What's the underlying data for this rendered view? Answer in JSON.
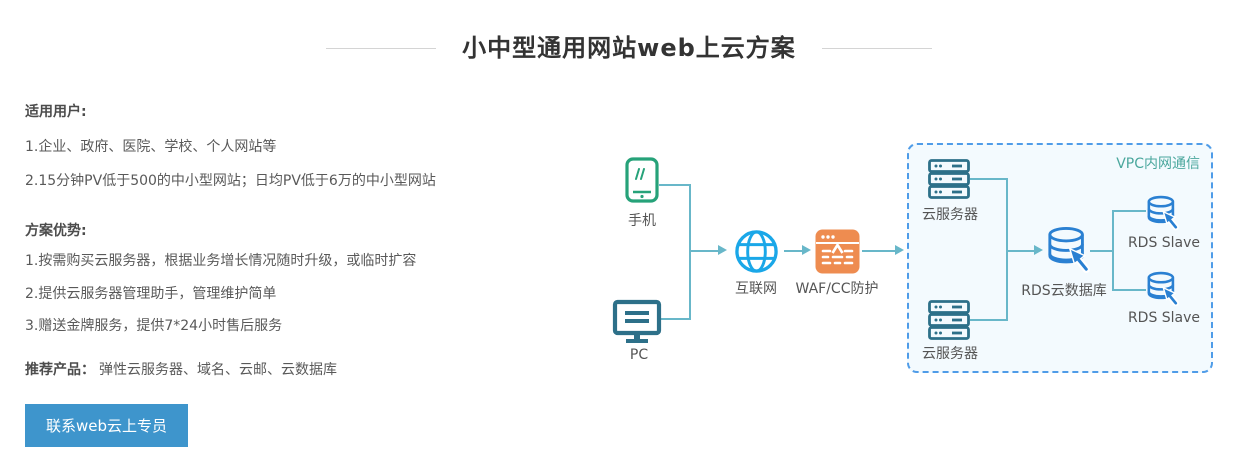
{
  "page": {
    "title": "小中型通用网站web上云方案"
  },
  "sections": {
    "users": {
      "heading": "适用用户:",
      "items": [
        "1.企业、政府、医院、学校、个人网站等",
        "2.15分钟PV低于500的中小型网站；日均PV低于6万的中小型网站"
      ]
    },
    "advantages": {
      "heading": "方案优势:",
      "items": [
        "1.按需购买云服务器，根据业务增长情况随时升级，或临时扩容",
        "2.提供云服务器管理助手，管理维护简单",
        "3.赠送金牌服务，提供7*24小时售后服务"
      ]
    },
    "products": {
      "heading": "推荐产品：",
      "content": "弹性云服务器、域名、云邮、云数据库"
    },
    "cta": {
      "label": "联系web云上专员"
    }
  },
  "diagram": {
    "vpc_label": "VPC内网通信",
    "nodes": {
      "phone": {
        "label": "手机"
      },
      "pc": {
        "label": "PC"
      },
      "internet": {
        "label": "互联网"
      },
      "waf": {
        "label": "WAF/CC防护"
      },
      "server_top": {
        "label": "云服务器"
      },
      "server_bottom": {
        "label": "云服务器"
      },
      "rds": {
        "label": "RDS云数据库"
      },
      "rds_slave_top": {
        "label": "RDS Slave"
      },
      "rds_slave_bottom": {
        "label": "RDS Slave"
      }
    },
    "colors": {
      "phone_icon": "#26a279",
      "pc_icon": "#2d7089",
      "internet_icon": "#1aa7e8",
      "waf_icon": "#ee8c50",
      "server_icon": "#2d7089",
      "rds_icon": "#2a80d2",
      "connector": "#68b7c9",
      "vpc_border": "#4f9ce8",
      "vpc_background": "#f3fafe",
      "vpc_label_color": "#4aa79d",
      "cta_background": "#3e95cc"
    }
  }
}
